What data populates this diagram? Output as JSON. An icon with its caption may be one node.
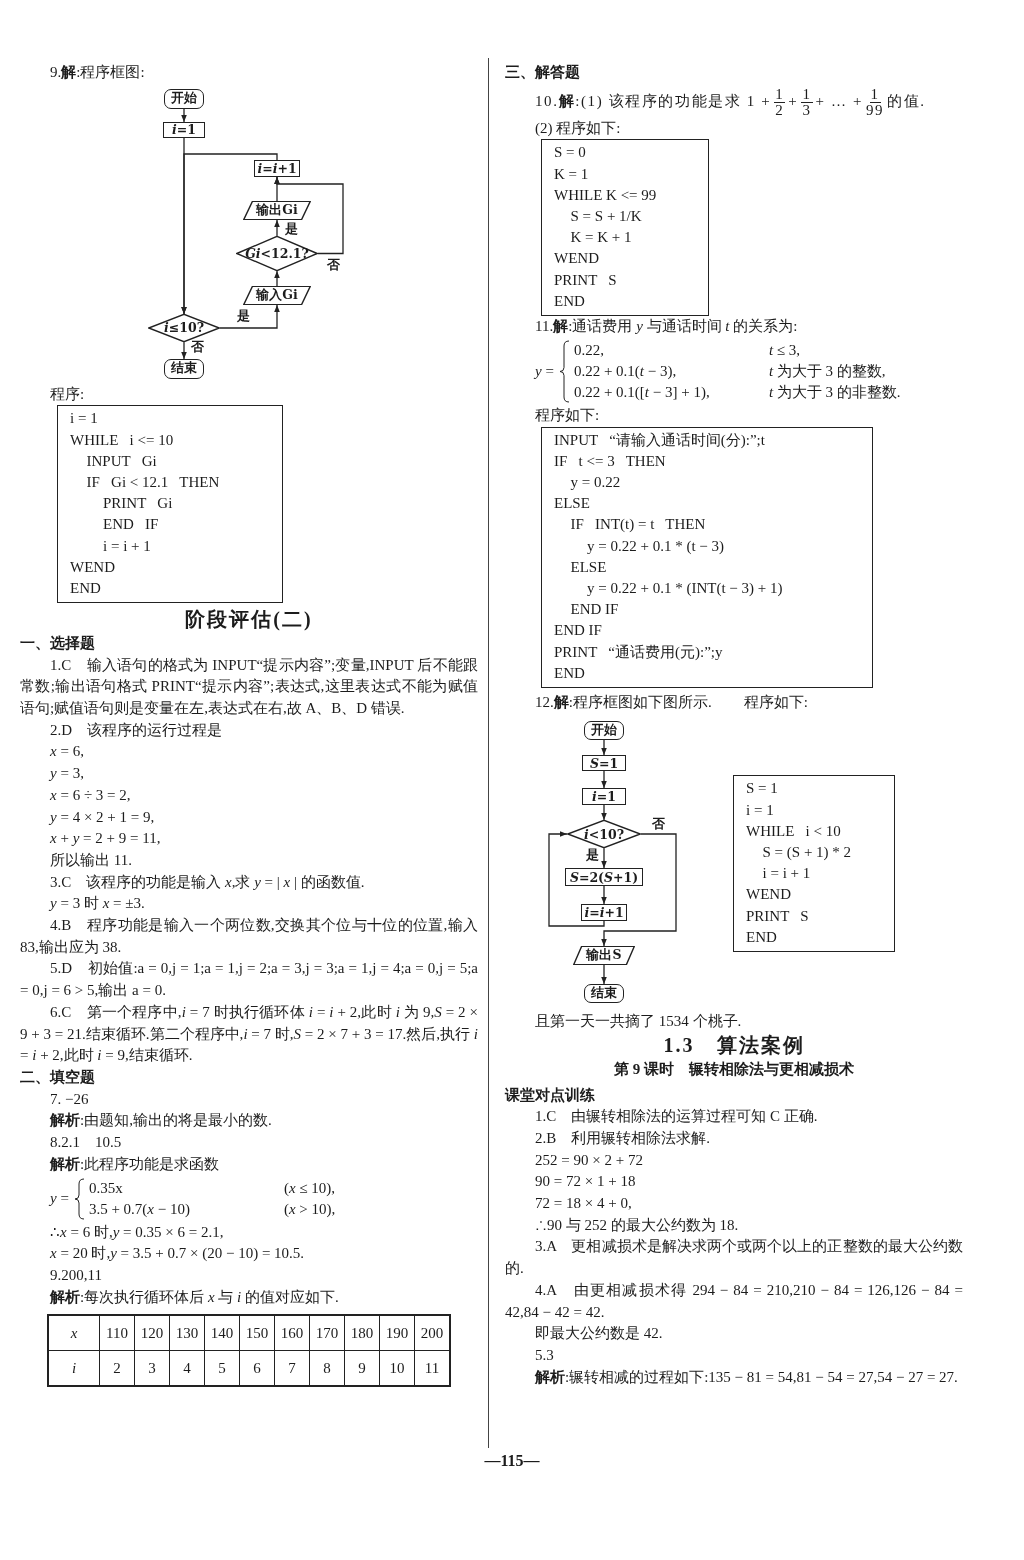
{
  "diagram": {
    "nodes": [
      {
        "text": [
          "开始"
        ]
      },
      {
        "text": [
          "*i*=1"
        ]
      },
      {
        "text": [
          "*i*=*i*+1"
        ]
      },
      {
        "text": [
          "输出Gi"
        ]
      },
      {
        "text": [
          "*Gi*<12.1?"
        ]
      },
      {
        "text": [
          "输入Gi"
        ]
      },
      {
        "text": [
          "*i*≤10?"
        ]
      },
      {
        "text": [
          "结束"
        ]
      },
      {
        "text": [
          "i = 1",
          "WHILE   i <= 10",
          "INPUT   Gi",
          "IF   Gi < 12.1   THEN",
          "PRINT   Gi",
          "END   IF",
          "i = i + 1",
          "WEND",
          "END"
        ]
      },
      {
        "text": [
          "S = 0",
          "K = 1",
          "WHILE K <= 99",
          "S = S + 1/K",
          "K = K + 1",
          "WEND",
          "PRINT   S",
          "END"
        ]
      },
      {
        "text": [
          "INPUT   “请输入通话时间(分):”;t",
          "IF   t <= 3   THEN",
          "y = 0.22",
          "ELSE",
          "IF   INT(t) = t   THEN",
          "y = 0.22 + 0.1 * (t − 3)",
          "ELSE",
          "y = 0.22 + 0.1 * (INT(t − 3) + 1)",
          "END IF",
          "END IF",
          "PRINT   “通话费用(元):”;y",
          "END"
        ]
      },
      {
        "text": [
          "开始"
        ]
      },
      {
        "text": [
          "*S*=1"
        ]
      },
      {
        "text": [
          "*i*=1"
        ]
      },
      {
        "text": [
          "*i*<10?"
        ]
      },
      {
        "text": [
          "*S*=2(*S*+1)"
        ]
      },
      {
        "text": [
          "*i*=*i*+1"
        ]
      },
      {
        "text": [
          "输出S"
        ]
      },
      {
        "text": [
          "结束"
        ]
      },
      {
        "text": [
          "S = 1",
          "i = 1",
          "WHILE   i < 10",
          "S = (S + 1) * 2",
          "i = i + 1",
          "WEND",
          "PRINT   S",
          "END"
        ]
      }
    ],
    "edges": [
      {
        "from": 0,
        "to": 1,
        "arrow": "to"
      },
      {
        "from": 1,
        "to": 6,
        "arrow": "to"
      },
      {
        "from": 2,
        "to": 6,
        "arrow": "to"
      },
      {
        "from": 3,
        "to": 2,
        "arrow": "to"
      },
      {
        "from": 4,
        "to": 3,
        "arrow": "to",
        "label": "是"
      },
      {
        "from": 4,
        "to": 2,
        "arrow": "to",
        "label": "否"
      },
      {
        "from": 5,
        "to": 4,
        "arrow": "to"
      },
      {
        "from": 6,
        "to": 5,
        "arrow": "to",
        "label": "是"
      },
      {
        "from": 6,
        "to": 7,
        "arrow": "to",
        "label": "否"
      },
      {
        "from": 11,
        "to": 12,
        "arrow": "to"
      },
      {
        "from": 12,
        "to": 13,
        "arrow": "to"
      },
      {
        "from": 13,
        "to": 14,
        "arrow": "to"
      },
      {
        "from": 14,
        "to": 15,
        "arrow": "to",
        "label": "是"
      },
      {
        "from": 15,
        "to": 16,
        "arrow": "to"
      },
      {
        "from": 16,
        "to": 14,
        "arrow": "to"
      },
      {
        "from": 14,
        "to": 17,
        "arrow": "to",
        "label": "否"
      },
      {
        "from": 17,
        "to": 18,
        "arrow": "to"
      }
    ],
    "labels": [
      "9.**解**:程序框图:",
      "程序:",
      "阶段评估(二)",
      "一、选择题",
      "1.C　输入语句的格式为 INPUT“提示内容”;变量,INPUT 后不能跟常数;输出语句格式 PRINT“提示内容”;表达式,这里表达式不能为赋值语句;赋值语句则是变量在左,表达式在右,故 A、B、D 错误.",
      "2.D　该程序的运行过程是",
      "*x* = 6,",
      "*y* = 3,",
      "*x* = 6 ÷ 3 = 2,",
      "*y* = 4 × 2 + 1 = 9,",
      "*x* + *y* = 2 + 9 = 11,",
      "所以输出 11.",
      "3.C　该程序的功能是输入 *x*,求 *y* = | *x* | 的函数值.",
      "*y* = 3 时 *x* = ±3.",
      "4.B　程序功能是输入一个两位数,交换其个位与十位的位置,输入 83,输出应为 38.",
      "5.D　初始值:a = 0,j = 1;a = 1,j = 2;a = 3,j = 3;a = 1,j = 4;a = 0,j = 5;a = 0,j = 6 > 5,输出 a = 0.",
      "6.C　第一个程序中,*i* = 7 时执行循环体 *i* = *i* + 2,此时 *i* 为 9,*S* = 2 × 9 + 3 = 21.结束循环.第二个程序中,*i* = 7 时,*S* = 2 × 7 + 3 = 17.然后,执行 *i* = *i* + 2,此时 *i* = 9,结束循环.",
      "二、填空题",
      "7. −26",
      "**解析**:由题知,输出的将是最小的数.",
      "8.2.1　10.5",
      "**解析**:此程序功能是求函数",
      "*y* =",
      "0.35x",
      "(*x* ≤ 10),",
      "3.5 + 0.7(*x* − 10)",
      "(*x* > 10),",
      "∴*x* = 6 时,*y* = 0.35 × 6 = 2.1,",
      "*x* = 20 时,*y* = 3.5 + 0.7 × (20 − 10) = 10.5.",
      "9.200,11",
      "**解析**:每次执行循环体后 *x* 与 *i* 的值对应如下.",
      "x",
      "110",
      "120",
      "130",
      "140",
      "150",
      "160",
      "170",
      "180",
      "190",
      "200",
      "i",
      "2",
      "3",
      "4",
      "5",
      "6",
      "7",
      "8",
      "9",
      "10",
      "11",
      "三、解答题",
      "10.**解**:(1) 该程序的功能是求 1 +",
      "1",
      "2",
      "+",
      "1",
      "3",
      "+ … +",
      "1",
      "99",
      "的值.",
      "(2) 程序如下:",
      "11.**解**:通话费用 *y* 与通话时间 *t* 的关系为:",
      "*y* =",
      "0.22,",
      "*t* ≤ 3,",
      "0.22 + 0.1(*t* − 3),",
      "*t* 为大于 3 的整数,",
      "0.22 + 0.1([*t* − 3] + 1),",
      "*t* 为大于 3 的非整数.",
      "程序如下:",
      "12.**解**:程序框图如下图所示.",
      "程序如下:",
      "且第一天一共摘了 1534 个桃子.",
      "1.3　算法案例",
      "第 9 课时　辗转相除法与更相减损术",
      "课堂对点训练",
      "1.C　由辗转相除法的运算过程可知 C 正确.",
      "2.B　利用辗转相除法求解.",
      "252 = 90 × 2 + 72",
      "90 = 72 × 1 + 18",
      "72 = 18 × 4 + 0,",
      "∴90 与 252 的最大公约数为 18.",
      "3.A　更相减损术是解决求两个或两个以上的正整数的最大公约数的.",
      "4.A　由更相减损术得 294 − 84 = 210,210 − 84 = 126,126 − 84 = 42,84 − 42 = 42.",
      "即最大公约数是 42.",
      "5.3",
      "**解析**:辗转相减的过程如下:135 − 81 = 54,81 − 54 = 27,54 − 27 = 27.",
      "—115—"
    ]
  }
}
